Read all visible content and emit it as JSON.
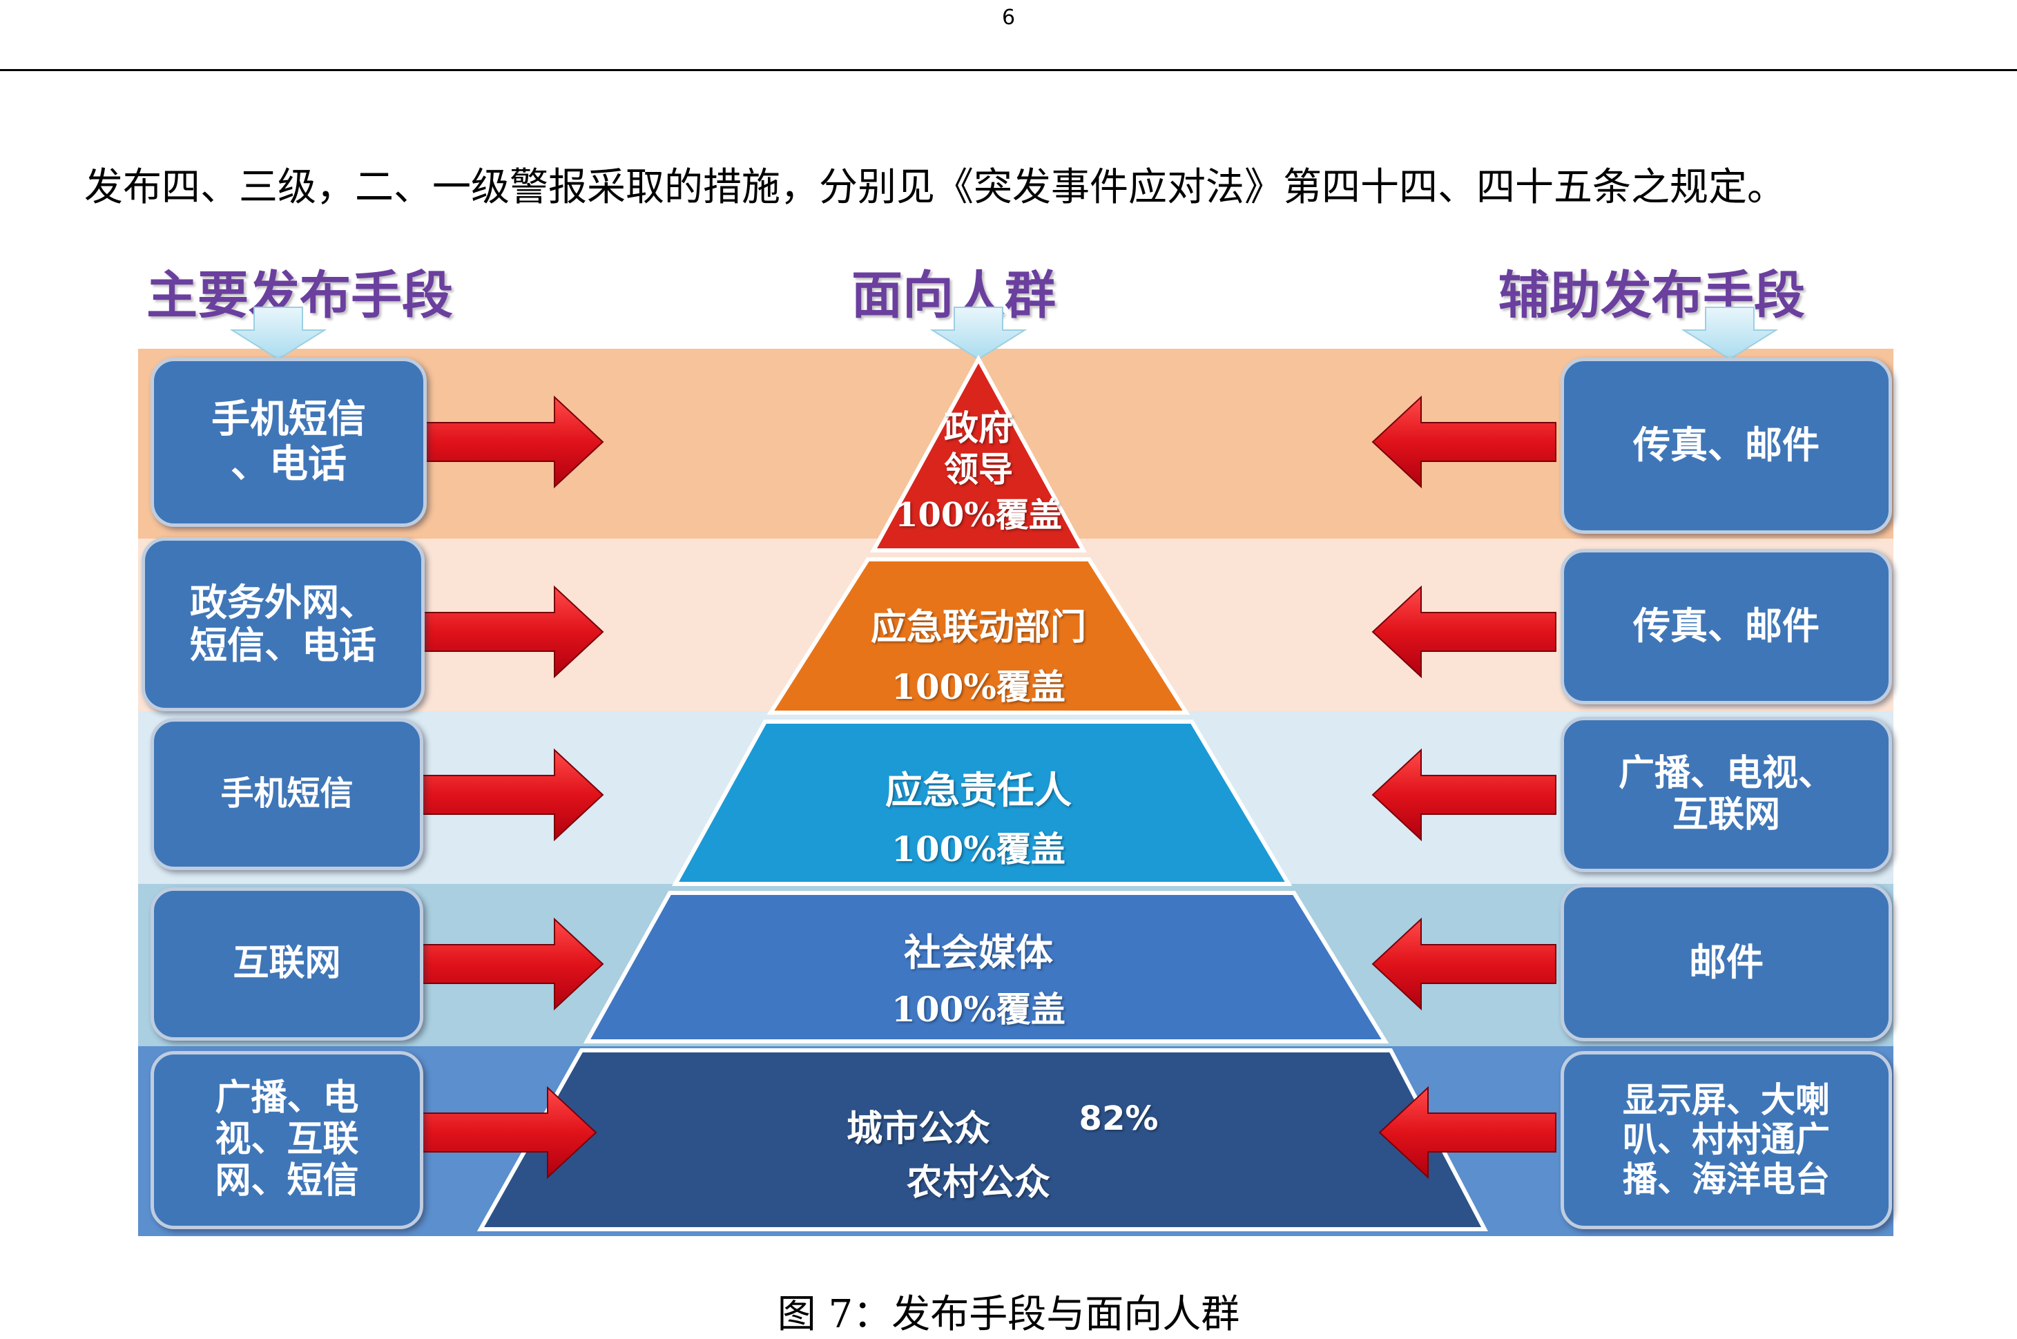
{
  "page": {
    "number": "6",
    "intro": "发布四、三级，二、一级警报采取的措施，分别见《突发事件应对法》第四十四、四十五条之规定。",
    "caption": "图 7：发布手段与面向人群"
  },
  "figure": {
    "headers": {
      "left": "主要发布手段",
      "center": "面向人群",
      "right": "辅助发布手段"
    },
    "tiers": [
      {
        "name": "政府领导",
        "name_line1": "政府",
        "name_line2": "领导",
        "coverage": "100%覆盖",
        "primary": "手机短信\n、电话",
        "secondary": "传真、邮件"
      },
      {
        "name": "应急联动部门",
        "coverage": "100%覆盖",
        "primary": "政务外网、\n短信、电话",
        "secondary": "传真、邮件"
      },
      {
        "name": "应急责任人",
        "coverage": "100%覆盖",
        "primary": "手机短信",
        "secondary": "广播、电视、\n互联网"
      },
      {
        "name": "社会媒体",
        "coverage": "100%覆盖",
        "primary": "互联网",
        "secondary": "邮件"
      },
      {
        "name_line1": "城市公众",
        "coverage": "82%",
        "name_line2": "农村公众",
        "primary": "广播、电\n视、互联\n网、短信",
        "secondary": "显示屏、大喇\n叭、村村通广\n播、海洋电台"
      }
    ],
    "colors": {
      "band_1": "#f6c39a",
      "band_2": "#fbe4d5",
      "band_3": "#dbeaf3",
      "band_4": "#a9cfe0",
      "band_5": "#5b8fce",
      "tier_1": "#d9251c",
      "tier_2": "#e8741a",
      "tier_3": "#1c9ad6",
      "tier_4": "#3f77c3",
      "tier_5": "#2c5289",
      "side_box": "#3f76b8",
      "arrow": "#e0121a",
      "header_text": "#6a3f9e"
    }
  }
}
